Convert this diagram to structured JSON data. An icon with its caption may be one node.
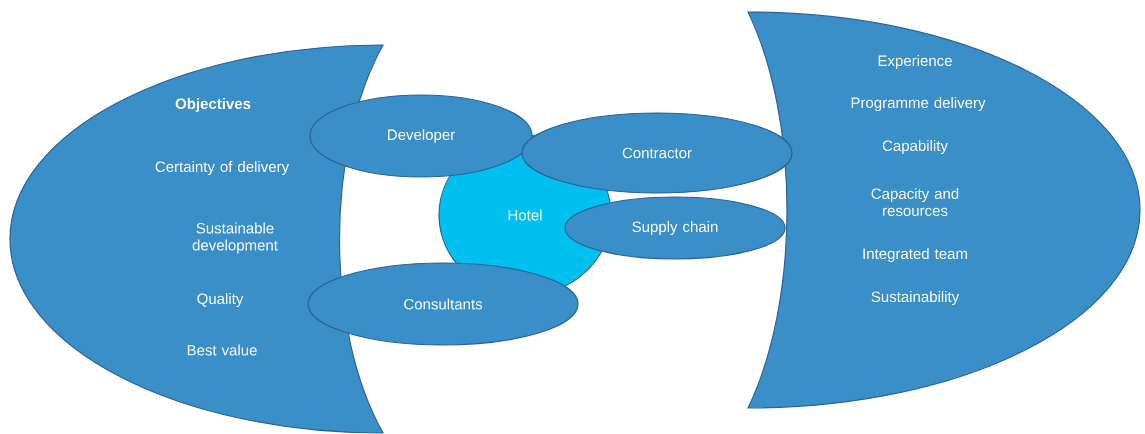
{
  "diagram": {
    "nodes": [
      {
        "text": [
          "Objectives",
          "Certainty of delivery",
          "Sustainable development",
          "Quality",
          "Best value"
        ]
      },
      {
        "text": [
          "Developer"
        ]
      },
      {
        "text": [
          "Contractor"
        ]
      },
      {
        "text": [
          "Hotel"
        ]
      },
      {
        "text": [
          "Supply chain"
        ]
      },
      {
        "text": [
          "Consultants"
        ]
      },
      {
        "text": [
          "Experience",
          "Programme delivery",
          "Capability",
          "Capacity and resources",
          "Integrated team",
          "Sustainability"
        ]
      }
    ]
  }
}
